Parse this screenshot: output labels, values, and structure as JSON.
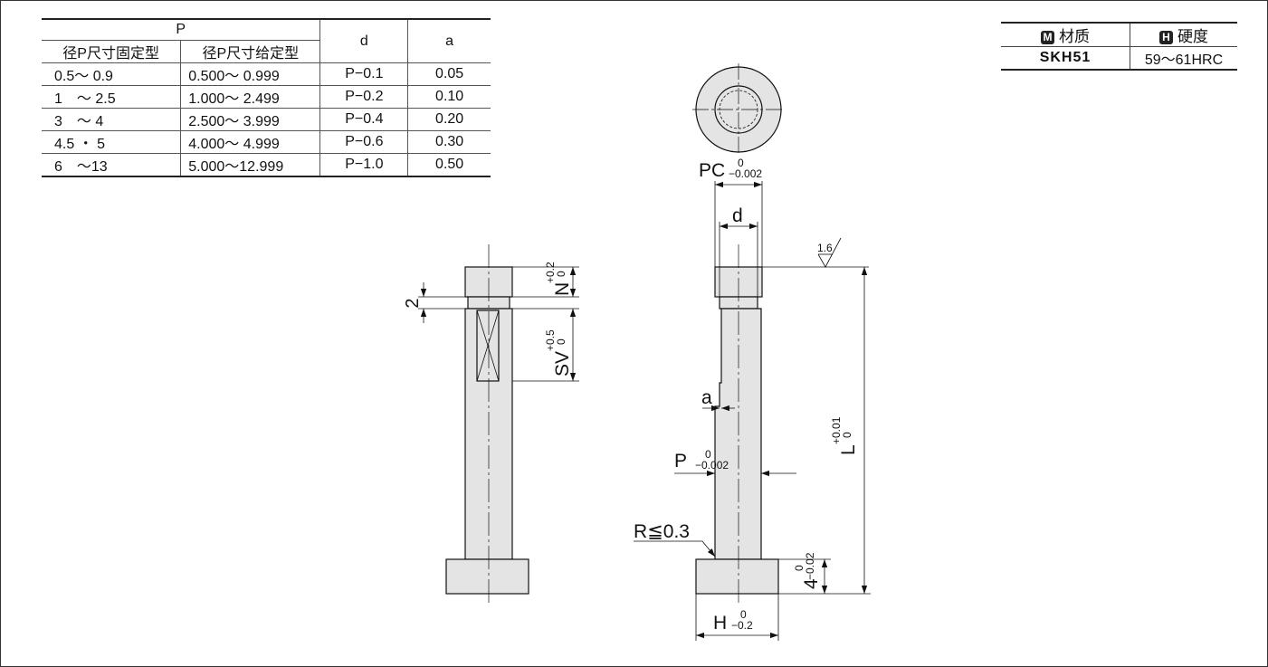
{
  "dimension_table": {
    "header_p": "P",
    "header_d": "d",
    "header_a": "a",
    "sub_fixed": "径P尺寸固定型",
    "sub_given": "径P尺寸给定型",
    "rows": [
      {
        "fixed": "0.5～ 0.9",
        "given": "0.500～ 0.999",
        "d": "P−0.1",
        "a": "0.05"
      },
      {
        "fixed": "1　～ 2.5",
        "given": "1.000～ 2.499",
        "d": "P−0.2",
        "a": "0.10"
      },
      {
        "fixed": "3　～ 4",
        "given": "2.500～ 3.999",
        "d": "P−0.4",
        "a": "0.20"
      },
      {
        "fixed": "4.5 ・ 5",
        "given": "4.000～ 4.999",
        "d": "P−0.6",
        "a": "0.30"
      },
      {
        "fixed": "6　～13",
        "given": "5.000～12.999",
        "d": "P−1.0",
        "a": "0.50"
      }
    ]
  },
  "material_table": {
    "material_badge": "M",
    "material_label": "材质",
    "hardness_badge": "H",
    "hardness_label": "硬度",
    "material_value": "SKH51",
    "hardness_value": "59～61HRC"
  },
  "drawing": {
    "label_2": "2",
    "label_N": "N",
    "tol_N_upper": "+0.2",
    "tol_N_lower": "0",
    "label_SV": "SV",
    "tol_SV_upper": "+0.5",
    "tol_SV_lower": "0",
    "label_PC": "PC",
    "tol_PC_upper": "0",
    "tol_PC_lower": "−0.002",
    "label_d": "d",
    "surface_roughness": "1.6",
    "label_a": "a",
    "label_P": "P",
    "tol_P_upper": "0",
    "tol_P_lower": "−0.002",
    "label_R": "R≦0.3",
    "label_L": "L",
    "tol_L_upper": "+0.01",
    "tol_L_lower": "0",
    "label_4": "4",
    "tol_4_upper": "0",
    "tol_4_lower": "−0.02",
    "label_H": "H",
    "tol_H_upper": "0",
    "tol_H_lower": "−0.2"
  }
}
